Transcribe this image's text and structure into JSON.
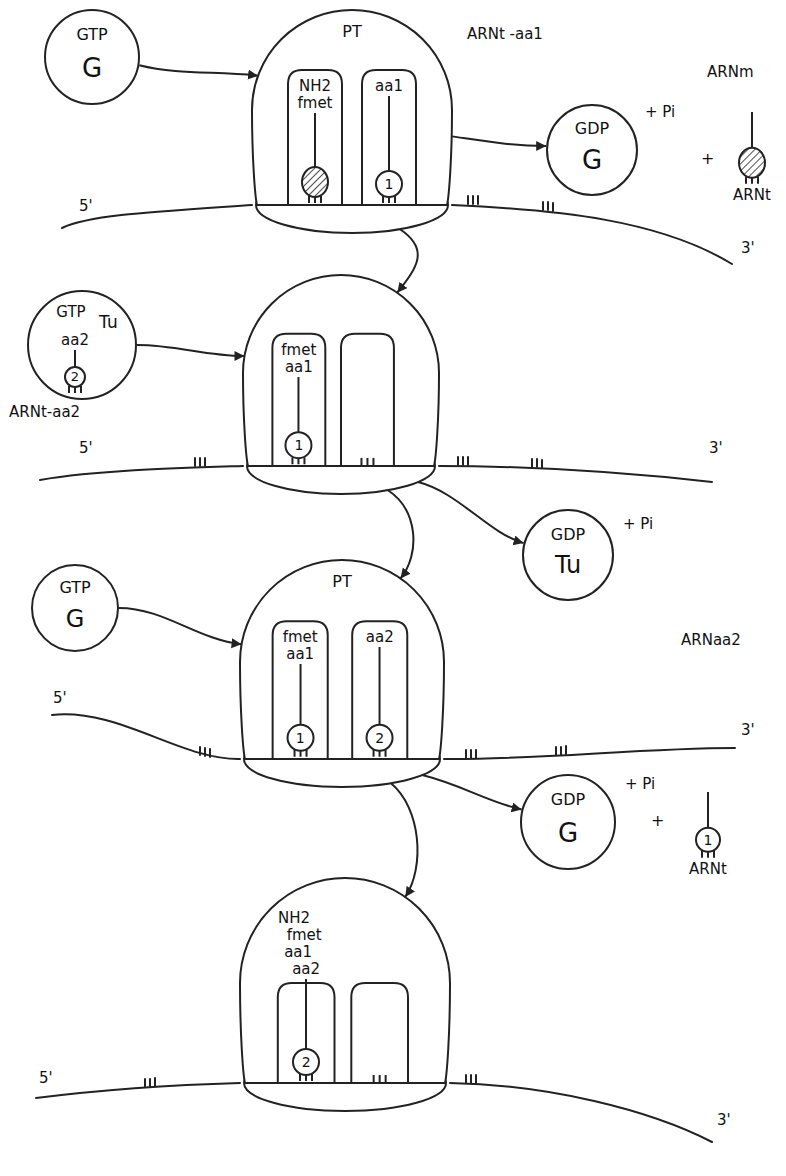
{
  "diagram": {
    "nodes": [
      {
        "text": [
          "GTP",
          "G"
        ]
      },
      {
        "text": [
          "PT"
        ]
      },
      {
        "text": [
          "NH2",
          "fmet"
        ],
        "in": 1
      },
      {
        "text": [
          "aa1",
          "1"
        ],
        "in": 1
      },
      {
        "text": [
          "GDP",
          "G"
        ]
      },
      {
        "text": [
          "ARNt"
        ]
      },
      {
        "text": [
          "GTP",
          "Tu"
        ]
      },
      {
        "text": [
          "aa2",
          "2"
        ],
        "in": 6
      },
      {
        "text": []
      },
      {
        "text": [
          "fmet",
          "aa1",
          "1"
        ],
        "in": 8
      },
      {
        "text": [
          "GDP",
          "Tu"
        ]
      },
      {
        "text": [
          "GTP",
          "G"
        ]
      },
      {
        "text": [
          "PT"
        ]
      },
      {
        "text": [
          "fmet",
          "aa1",
          "1"
        ],
        "in": 12
      },
      {
        "text": [
          "aa2",
          "2"
        ],
        "in": 12
      },
      {
        "text": [
          "GDP",
          "G"
        ]
      },
      {
        "text": [
          "1",
          "ARNt"
        ]
      },
      {
        "text": []
      },
      {
        "text": [
          "NH2",
          "fmet",
          "aa1",
          "aa2",
          "2"
        ],
        "in": 17
      }
    ],
    "edges": [
      {
        "from": 0,
        "to": 1,
        "arrow": "to"
      },
      {
        "from": 1,
        "to": 8,
        "arrow": "to"
      },
      {
        "from": 1,
        "to": 4,
        "arrow": "to"
      },
      {
        "from": 6,
        "to": 8,
        "arrow": "to"
      },
      {
        "from": 8,
        "to": 12,
        "arrow": "to"
      },
      {
        "from": 8,
        "to": 10,
        "arrow": "to"
      },
      {
        "from": 11,
        "to": 12,
        "arrow": "to"
      },
      {
        "from": 12,
        "to": 17,
        "arrow": "to"
      },
      {
        "from": 12,
        "to": 15,
        "arrow": "to"
      }
    ],
    "labels": [
      "ARNt -aa1",
      "ARNm",
      "5'",
      "3'",
      "+ Pi",
      "+",
      "ARNt-aa2",
      "5'",
      "3'",
      "+ Pi",
      "ARNaa2",
      "5'",
      "3'",
      "+ Pi",
      "+",
      "5'",
      "3'"
    ]
  }
}
